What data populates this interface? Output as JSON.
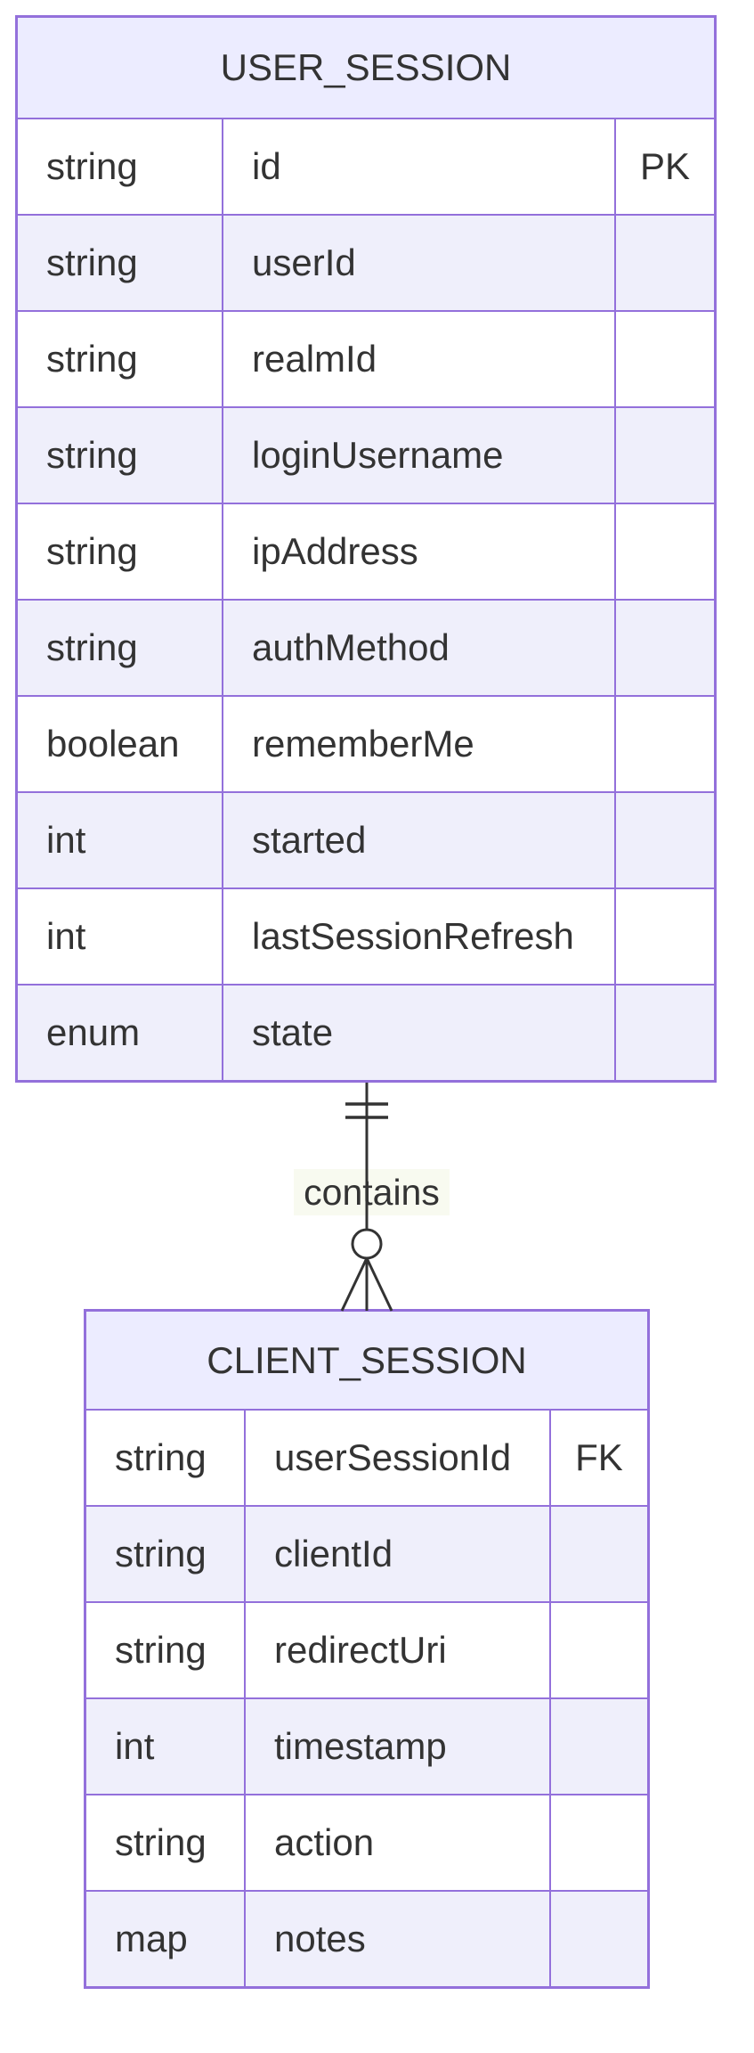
{
  "diagram": {
    "type": "er-diagram",
    "entities": [
      {
        "name": "USER_SESSION",
        "attributes": [
          {
            "type": "string",
            "name": "id",
            "key": "PK"
          },
          {
            "type": "string",
            "name": "userId",
            "key": ""
          },
          {
            "type": "string",
            "name": "realmId",
            "key": ""
          },
          {
            "type": "string",
            "name": "loginUsername",
            "key": ""
          },
          {
            "type": "string",
            "name": "ipAddress",
            "key": ""
          },
          {
            "type": "string",
            "name": "authMethod",
            "key": ""
          },
          {
            "type": "boolean",
            "name": "rememberMe",
            "key": ""
          },
          {
            "type": "int",
            "name": "started",
            "key": ""
          },
          {
            "type": "int",
            "name": "lastSessionRefresh",
            "key": ""
          },
          {
            "type": "enum",
            "name": "state",
            "key": ""
          }
        ]
      },
      {
        "name": "CLIENT_SESSION",
        "attributes": [
          {
            "type": "string",
            "name": "userSessionId",
            "key": "FK"
          },
          {
            "type": "string",
            "name": "clientId",
            "key": ""
          },
          {
            "type": "string",
            "name": "redirectUri",
            "key": ""
          },
          {
            "type": "int",
            "name": "timestamp",
            "key": ""
          },
          {
            "type": "string",
            "name": "action",
            "key": ""
          },
          {
            "type": "map",
            "name": "notes",
            "key": ""
          }
        ]
      }
    ],
    "relationship": {
      "label": "contains",
      "from": "USER_SESSION",
      "to": "CLIENT_SESSION",
      "from_cardinality": "one-and-only-one",
      "to_cardinality": "zero-or-more"
    },
    "colors": {
      "entity_border": "#9370DB",
      "entity_header_fill": "#ECECFF",
      "row_even_fill": "#EFEFFB",
      "row_odd_fill": "#FFFFFF",
      "text": "#333333",
      "relationship_line": "#333333",
      "label_background": "#F8FAF0"
    }
  }
}
